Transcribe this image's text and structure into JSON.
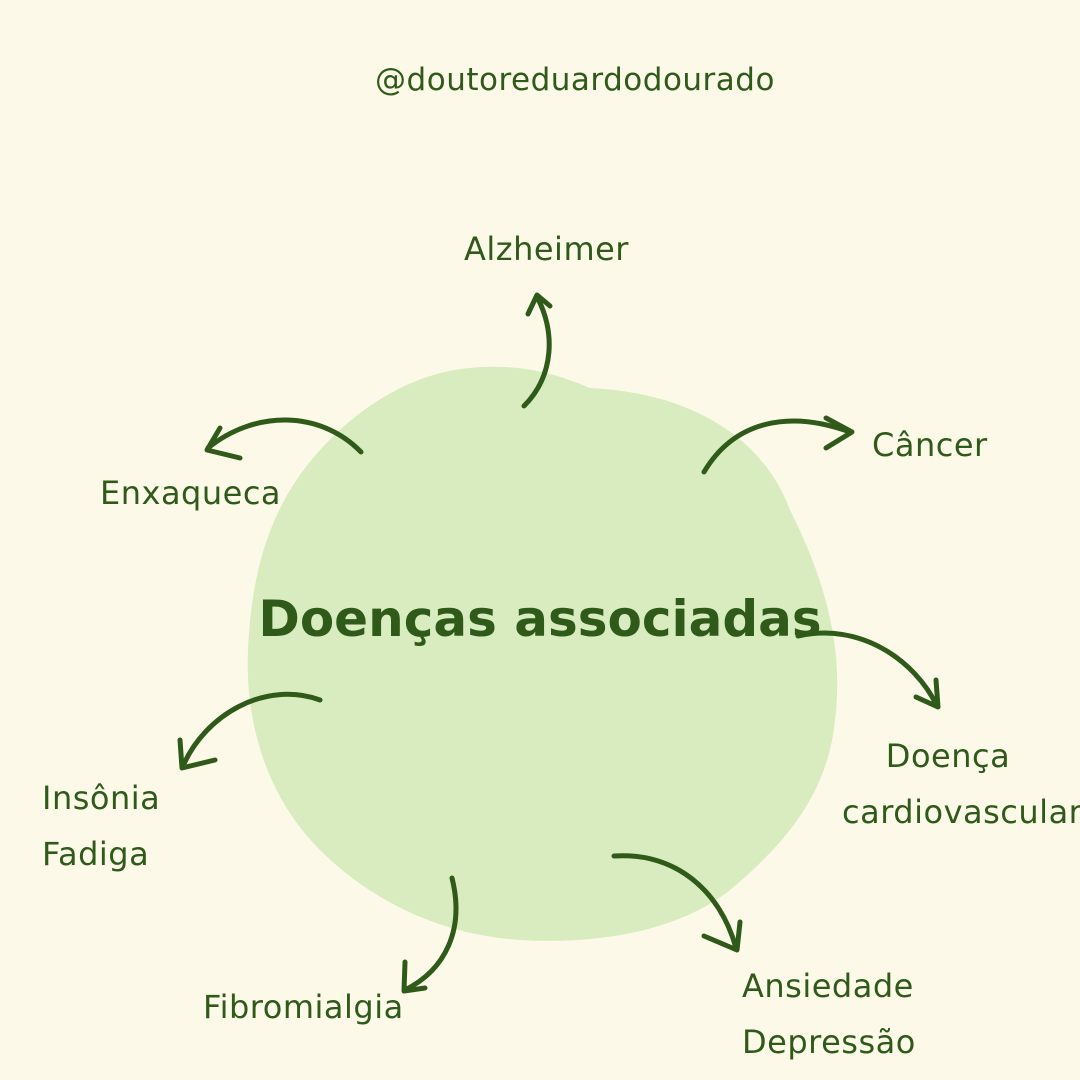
{
  "header": {
    "handle": "@doutoreduardodourado"
  },
  "diagram": {
    "title": "Doenças associadas",
    "items": [
      {
        "id": "alzheimer",
        "lines": [
          "Alzheimer"
        ]
      },
      {
        "id": "cancer",
        "lines": [
          "Câncer"
        ]
      },
      {
        "id": "doenca-cardiovascular",
        "lines": [
          "Doença",
          "cardiovascular"
        ]
      },
      {
        "id": "ansiedade-depressao",
        "lines": [
          "Ansiedade",
          "Depressão"
        ]
      },
      {
        "id": "fibromialgia",
        "lines": [
          "Fibromialgia"
        ]
      },
      {
        "id": "insonia-fadiga",
        "lines": [
          "Insônia",
          "Fadiga"
        ]
      },
      {
        "id": "enxaqueca",
        "lines": [
          "Enxaqueca"
        ]
      }
    ]
  },
  "colors": {
    "background": "#fcf9e8",
    "blob": "#d8ecbf",
    "ink": "#2f5a1a"
  }
}
